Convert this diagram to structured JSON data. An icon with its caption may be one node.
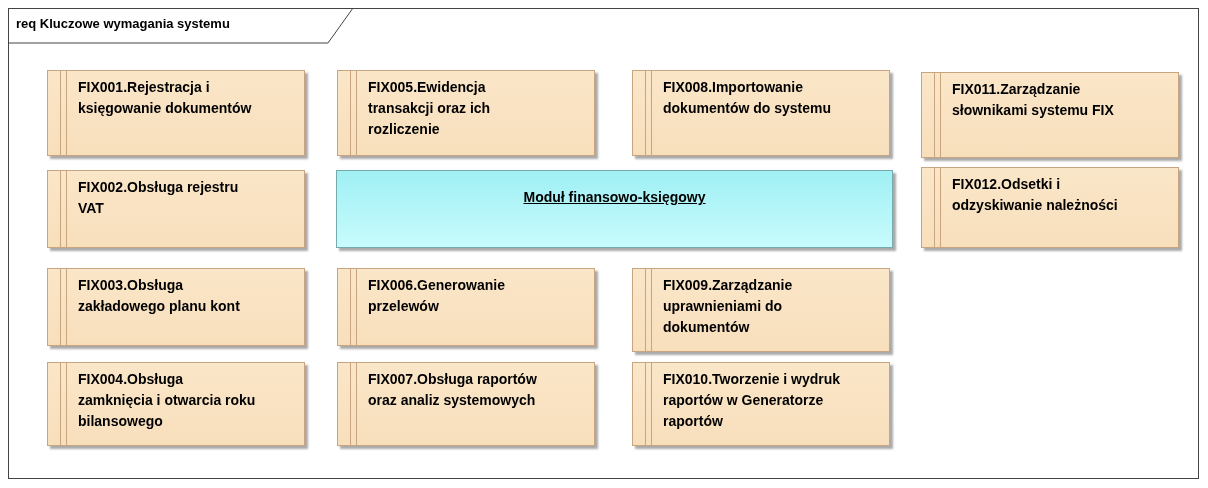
{
  "diagram": {
    "title": "req Kluczowe wymagania systemu",
    "nodes": [
      {
        "text": [
          "FIX001.Rejestracja i księgowanie dokumentów"
        ]
      },
      {
        "text": [
          "FIX005.Ewidencja transakcji oraz ich rozliczenie"
        ]
      },
      {
        "text": [
          "FIX008.Importowanie dokumentów do systemu"
        ]
      },
      {
        "text": [
          "FIX011.Zarządzanie słownikami systemu FIX"
        ]
      },
      {
        "text": [
          "FIX002.Obsługa rejestru VAT"
        ]
      },
      {
        "text": [
          "Moduł finansowo-księgowy"
        ]
      },
      {
        "text": [
          "FIX012.Odsetki i odzyskiwanie należności"
        ]
      },
      {
        "text": [
          "FIX003.Obsługa zakładowego planu kont"
        ]
      },
      {
        "text": [
          "FIX006.Generowanie przelewów"
        ]
      },
      {
        "text": [
          "FIX009.Zarządzanie uprawnieniami do dokumentów"
        ]
      },
      {
        "text": [
          "FIX004.Obsługa zamknięcia i otwarcia roku bilansowego"
        ]
      },
      {
        "text": [
          "FIX007.Obsługa raportów oraz analiz systemowych"
        ]
      },
      {
        "text": [
          "FIX010.Tworzenie i wydruk raportów w Generatorze raportów"
        ]
      }
    ],
    "edges": []
  }
}
